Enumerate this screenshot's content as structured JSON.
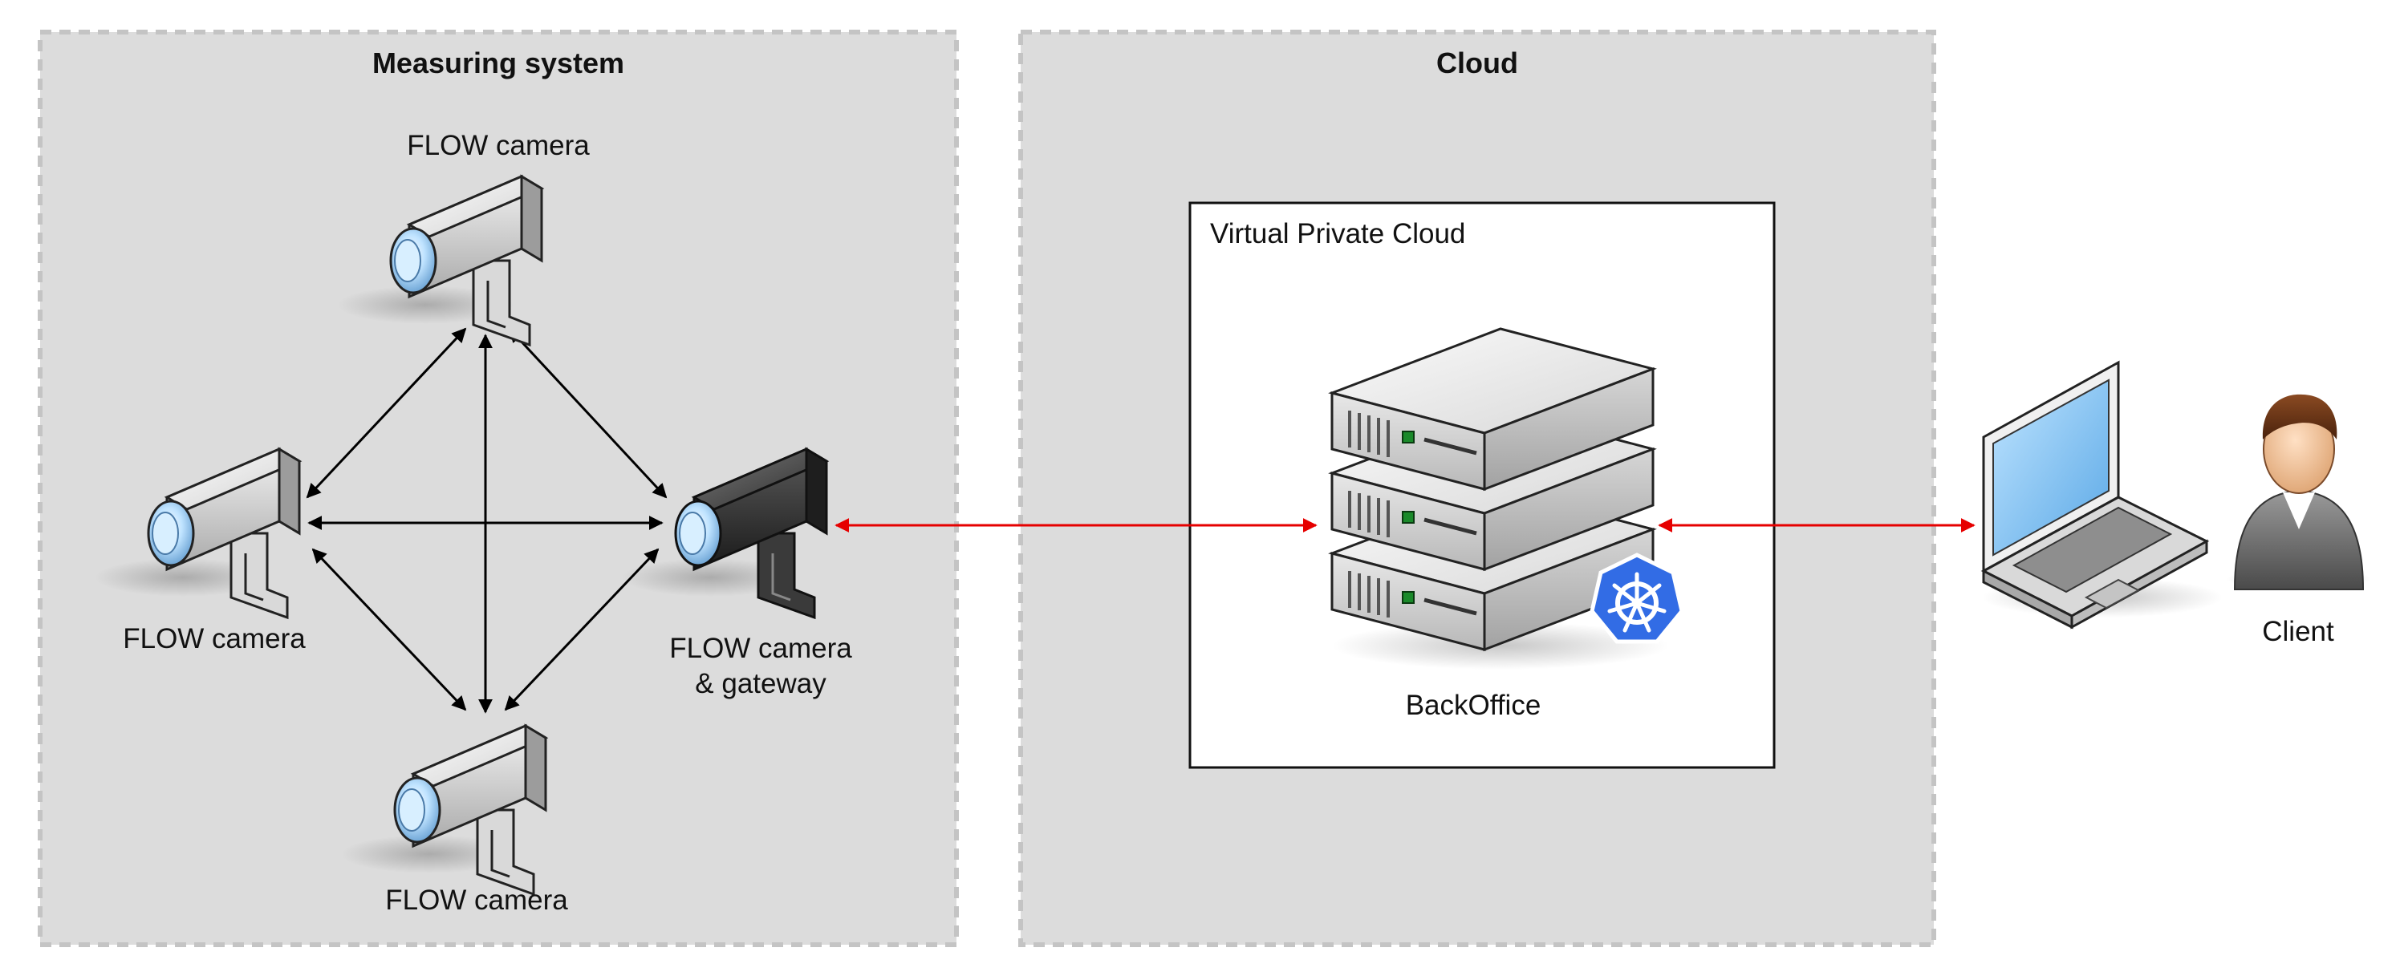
{
  "groups": {
    "measuring_system": {
      "title": "Measuring system"
    },
    "cloud": {
      "title": "Cloud"
    },
    "vpc": {
      "title": "Virtual Private Cloud"
    }
  },
  "nodes": {
    "camera_top": {
      "label": "FLOW camera"
    },
    "camera_left": {
      "label": "FLOW camera"
    },
    "camera_bottom": {
      "label": "FLOW camera"
    },
    "camera_gateway": {
      "label_line1": "FLOW camera",
      "label_line2": "& gateway"
    },
    "backoffice": {
      "label": "BackOffice"
    },
    "client": {
      "label": "Client"
    }
  },
  "icons": {
    "camera": "security-camera-icon",
    "gateway": "security-camera-gateway-icon",
    "server": "server-stack-icon",
    "kubernetes": "kubernetes-helm-icon",
    "laptop": "laptop-icon",
    "user": "user-avatar-icon"
  },
  "colors": {
    "group_fill": "#dcdcdc",
    "group_border": "#c8c8c8",
    "internal_link": "#000000",
    "external_link": "#e60000",
    "kubernetes": "#326ce5"
  }
}
